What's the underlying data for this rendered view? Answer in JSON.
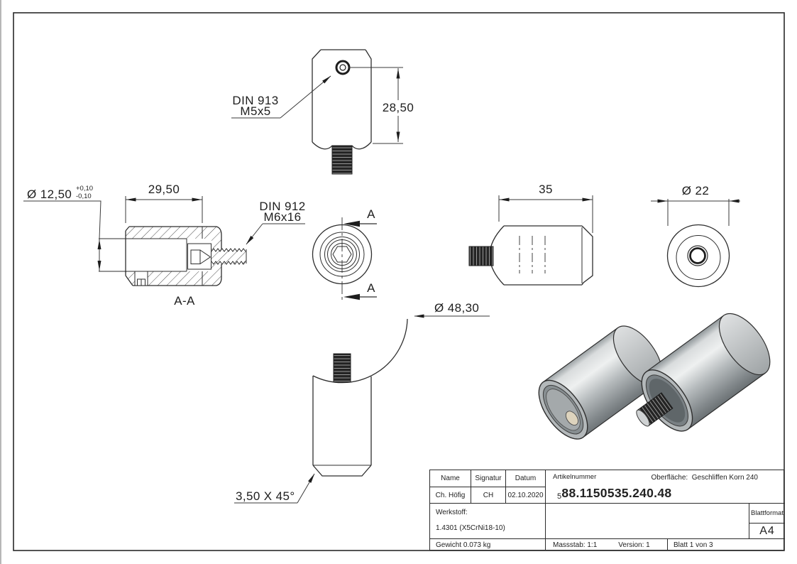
{
  "drawing": {
    "top_view": {
      "screw_std": "DIN 913",
      "screw_size": "M5x5",
      "height_dim": "28,50"
    },
    "section_view": {
      "bore_dia": "Ø 12,50",
      "tol_plus": "+0,10",
      "tol_minus": "-0,10",
      "length_dim": "29,50",
      "screw_std": "DIN 912",
      "screw_size": "M6x16",
      "section_label": "A-A"
    },
    "front_view": {
      "cut_arrow_label": "A"
    },
    "side_view": {
      "length_dim": "35"
    },
    "end_view": {
      "dia_dim": "Ø 22"
    },
    "bottom_view": {
      "tube_dia": "Ø 48,30",
      "chamfer": "3,50 X 45°"
    }
  },
  "title_block": {
    "name_label": "Name",
    "signature_label": "Signatur",
    "date_label": "Datum",
    "name": "Ch. Höfig",
    "signature": "CH",
    "date": "02.10.2020",
    "article_label": "Artikelnummer",
    "article_prefix": "5",
    "article_number": "88.1150535.240.48",
    "surface_label": "Oberfläche:",
    "surface_value": "Geschliffen Korn 240",
    "material_label": "Werkstoff:",
    "material_value": "1.4301 (X5CrNi18-10)",
    "weight": "Gewicht 0.073 kg",
    "scale": "Massstab: 1:1",
    "version": "Version: 1",
    "sheet": "Blatt 1 von 3",
    "format_label": "Blattformat",
    "format_value": "A4"
  },
  "colors": {
    "line": "#2e2e2e",
    "accent_dark": "#1d1d1d",
    "paper": "#ffffff"
  }
}
